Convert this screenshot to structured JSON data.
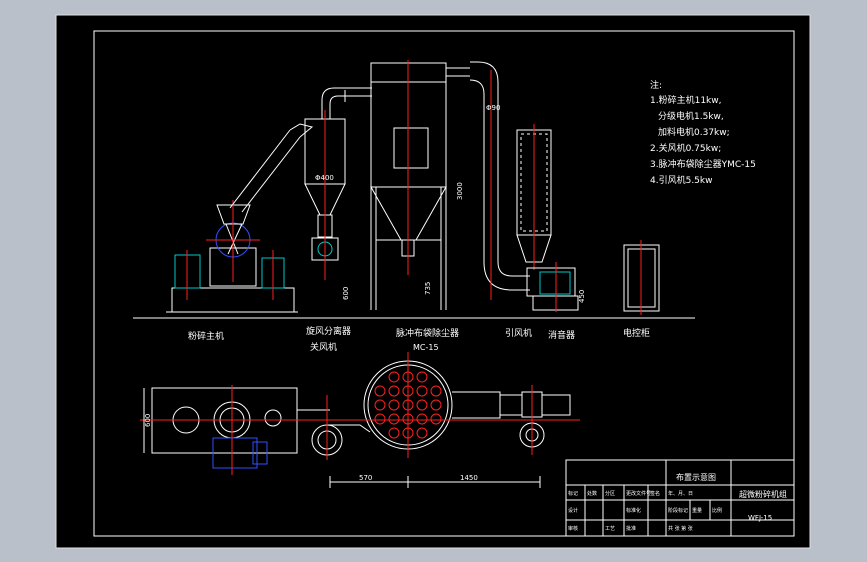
{
  "colors": {
    "background": "#b9c0c9",
    "sheet": "#000000",
    "line": "#ffffff",
    "center": "#ff2020",
    "machine": "#00c8c8",
    "accent": "#3050ff"
  },
  "notes": {
    "title": "注:",
    "lines": [
      "1.粉碎主机11kw,",
      "分级电机1.5kw,",
      "加料电机0.37kw;",
      "2.关风机0.75kw;",
      "3.脉冲布袋除尘器YMC-15",
      "4.引风机5.5kw"
    ]
  },
  "labels": {
    "crusher": "粉碎主机",
    "cyclone_line1": "旋风分离器",
    "cyclone_line2": "关风机",
    "dust_line1": "脉冲布袋除尘器",
    "dust_line2": "MC-15",
    "fan": "引风机",
    "silencer": "消音器",
    "cabinet": "电控柜"
  },
  "dimensions": {
    "cyclone_dia": "Φ400",
    "pipe_dia": "Φ90",
    "collector_height": "3000",
    "cyclone_height": "600",
    "leg_height": "735",
    "fan_height": "450",
    "plan_width": "600",
    "plan_span1": "570",
    "plan_span2": "1450"
  },
  "title_block": {
    "drawing_name": "布置示意图",
    "unit_name": "超微粉碎机组",
    "drawing_no": "WFJ-15",
    "cells_row1": [
      "标记",
      "处数",
      "分区",
      "更改文件号",
      "签名",
      "年、月、日"
    ],
    "cells_row2": [
      "设计",
      "标准化",
      "阶段标记",
      "重量",
      "比例"
    ],
    "cells_row3": [
      "审核",
      "工艺",
      "批准",
      "共 张 第 张"
    ]
  }
}
